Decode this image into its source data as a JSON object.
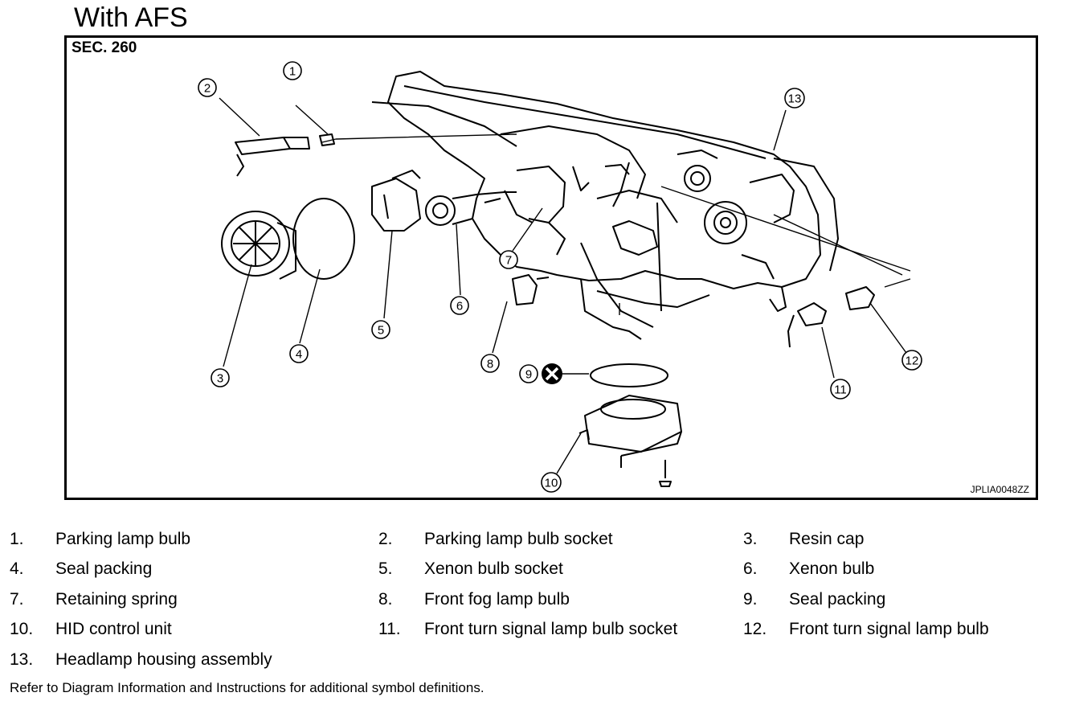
{
  "title": "With AFS",
  "section_label": "SEC. 260",
  "figure_code": "JPLIA0048ZZ",
  "callouts": [
    "1",
    "2",
    "3",
    "4",
    "5",
    "6",
    "7",
    "8",
    "9",
    "10",
    "11",
    "12",
    "13"
  ],
  "legend": [
    {
      "num": "1.",
      "label": "Parking lamp bulb"
    },
    {
      "num": "2.",
      "label": "Parking lamp bulb socket"
    },
    {
      "num": "3.",
      "label": "Resin cap"
    },
    {
      "num": "4.",
      "label": "Seal packing"
    },
    {
      "num": "5.",
      "label": "Xenon bulb socket"
    },
    {
      "num": "6.",
      "label": "Xenon bulb"
    },
    {
      "num": "7.",
      "label": "Retaining spring"
    },
    {
      "num": "8.",
      "label": "Front fog lamp bulb"
    },
    {
      "num": "9.",
      "label": "Seal packing"
    },
    {
      "num": "10.",
      "label": "HID control unit"
    },
    {
      "num": "11.",
      "label": "Front turn signal lamp bulb socket"
    },
    {
      "num": "12.",
      "label": "Front turn signal lamp bulb"
    },
    {
      "num": "13.",
      "label": "Headlamp housing assembly"
    }
  ],
  "footer_note": "Refer to Diagram Information and Instructions for additional symbol definitions.",
  "icons": {
    "non_reusable": "cross-circle-icon"
  }
}
